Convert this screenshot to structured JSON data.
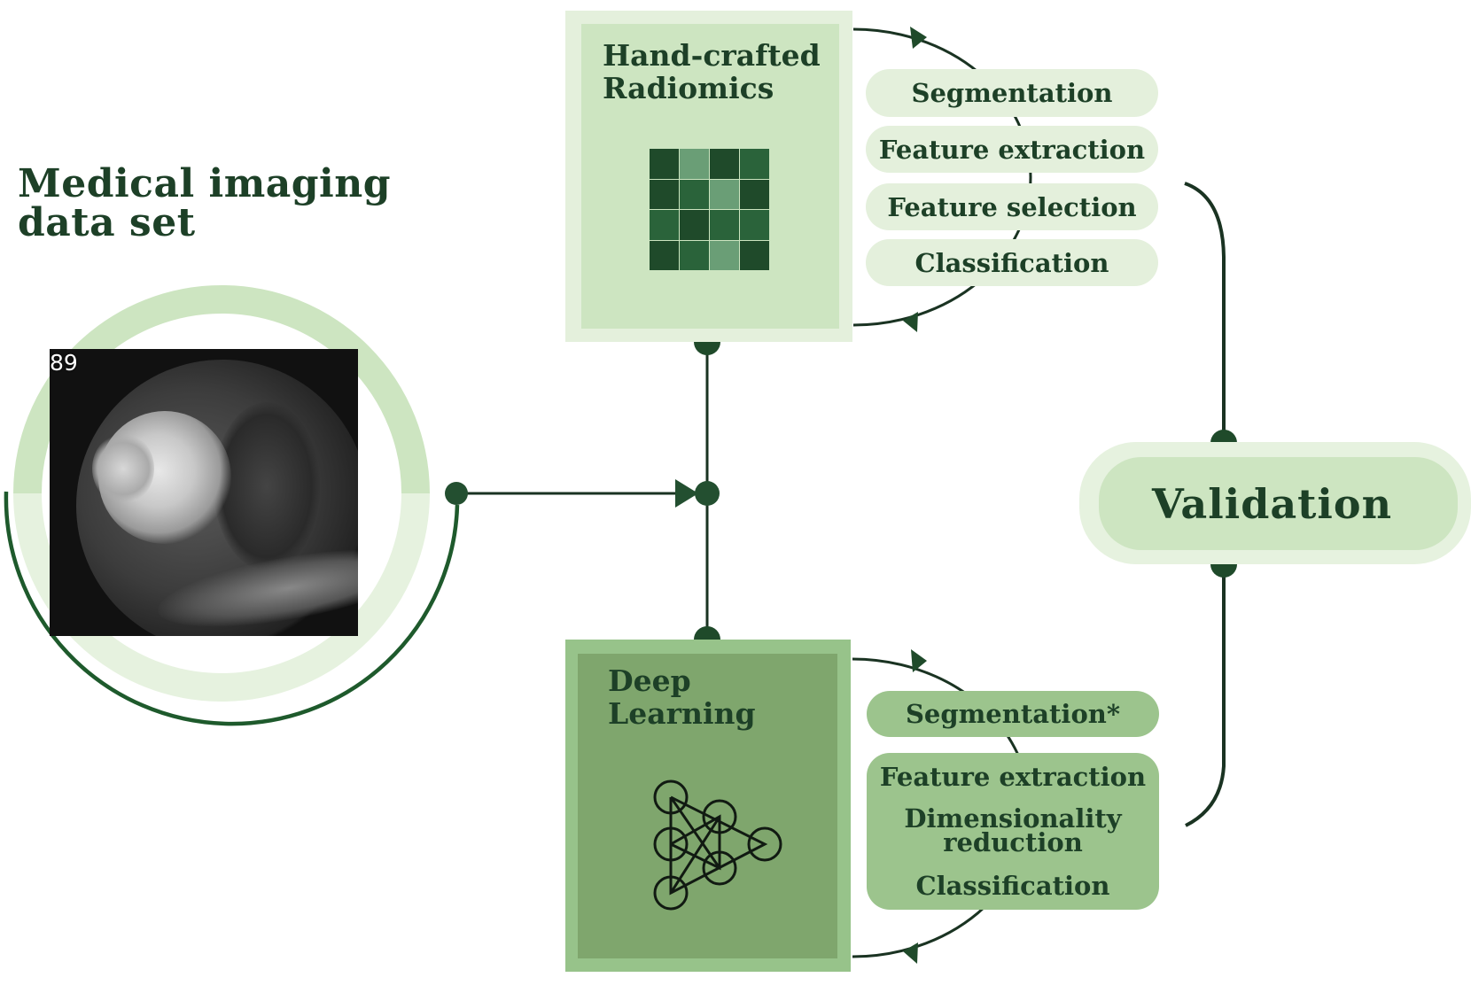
{
  "dataset": {
    "title_line1": "Medical imaging",
    "title_line2": "data set",
    "image_label": "89",
    "image_description": "breast MRI slice"
  },
  "radiomics": {
    "title_line1": "Hand-crafted",
    "title_line2": "Radiomics",
    "icon": "feature-matrix-icon",
    "steps": [
      "Segmentation",
      "Feature extraction",
      "Feature selection",
      "Classification"
    ]
  },
  "deep_learning": {
    "title_line1": "Deep",
    "title_line2": "Learning",
    "icon": "neural-network-icon",
    "steps": {
      "segmentation": "Segmentation*",
      "feature_extraction": "Feature extraction",
      "dim_reduction_line1": "Dimensionality",
      "dim_reduction_line2": "reduction",
      "classification": "Classification"
    }
  },
  "validation": {
    "label": "Validation"
  },
  "colors": {
    "dark_green": "#1d4027",
    "line_green": "#1f4a2a",
    "arc_green": "#1e5a2c",
    "ring_top": "#cde5c1",
    "ring_bottom": "#e6f2df",
    "radiomics_outer": "#e4f0dc",
    "radiomics_inner": "#cde5c1",
    "dl_outer": "#97c38a",
    "dl_inner": "#7fa66d",
    "matrix_dark": "#1f4a2a",
    "matrix_mid": "#2a633a",
    "matrix_light": "#6a9e76"
  },
  "matrix_pattern": [
    [
      "D",
      "L",
      "D",
      "M"
    ],
    [
      "D",
      "M",
      "L",
      "D"
    ],
    [
      "M",
      "D",
      "M",
      "M"
    ],
    [
      "D",
      "M",
      "L",
      "D"
    ]
  ]
}
